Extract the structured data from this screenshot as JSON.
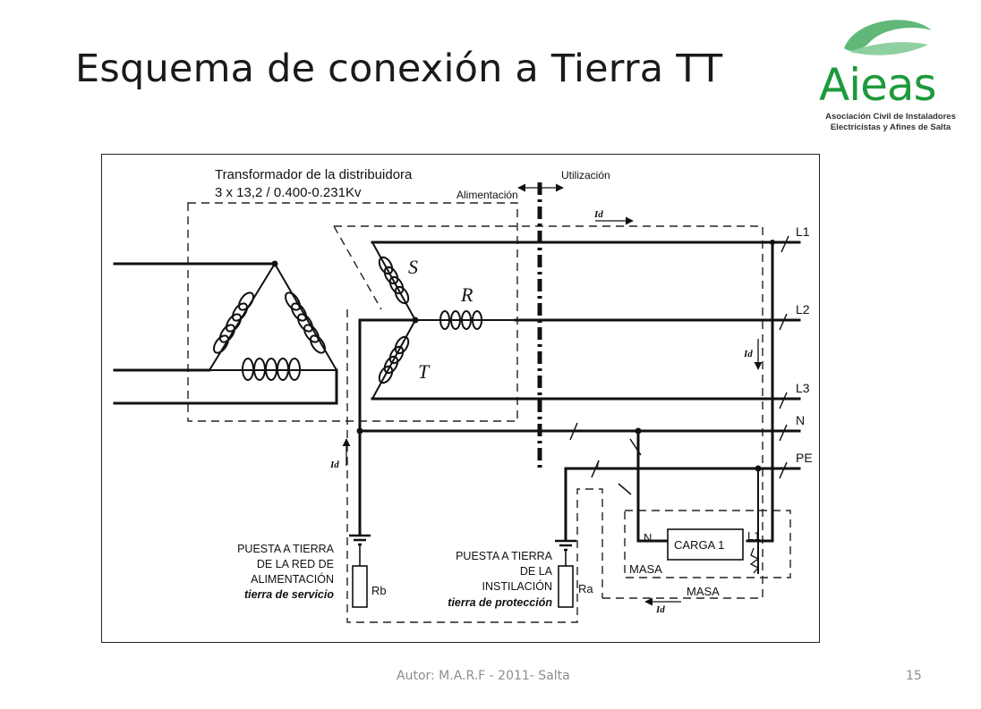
{
  "slide": {
    "title": "Esquema de conexión a Tierra TT",
    "footer_author": "Autor: M.A.R.F - 2011- Salta",
    "page_number": "15"
  },
  "logo": {
    "word": "Aieas",
    "subtitle_line1": "Asociación Civil de Instaladores",
    "subtitle_line2": "Electricistas y Afines de Salta",
    "brand_color": "#1e9a3c",
    "leaf_color": "#5fb878"
  },
  "diagram": {
    "transformer_title": "Transformador de la distribuidora",
    "transformer_rating": "3 x 13,2 /  0.400-0.231Kv",
    "alimentacion": "Alimentación",
    "utilizacion": "Utilización",
    "winding_s": "S",
    "winding_r": "R",
    "winding_t": "T",
    "line_l1": "L1",
    "line_l2": "L2",
    "line_l3": "L3",
    "line_n": "N",
    "line_pe": "PE",
    "fault_current": "Id",
    "fault_i": "I",
    "load_label": "CARGA 1",
    "load_n": "N",
    "load_l1": "L1",
    "masa_1": "MASA",
    "masa_2": "MASA",
    "service_earth": [
      "PUESTA A TIERRA",
      "DE LA RED DE",
      "ALIMENTACIÓN"
    ],
    "service_earth_italic": "tierra de servicio",
    "service_resistor": "Rb",
    "protection_earth": [
      "PUESTA A TIERRA",
      "DE LA",
      "INSTILACIÓN"
    ],
    "protection_earth_italic": "tierra de protección",
    "protection_resistor": "Ra"
  }
}
